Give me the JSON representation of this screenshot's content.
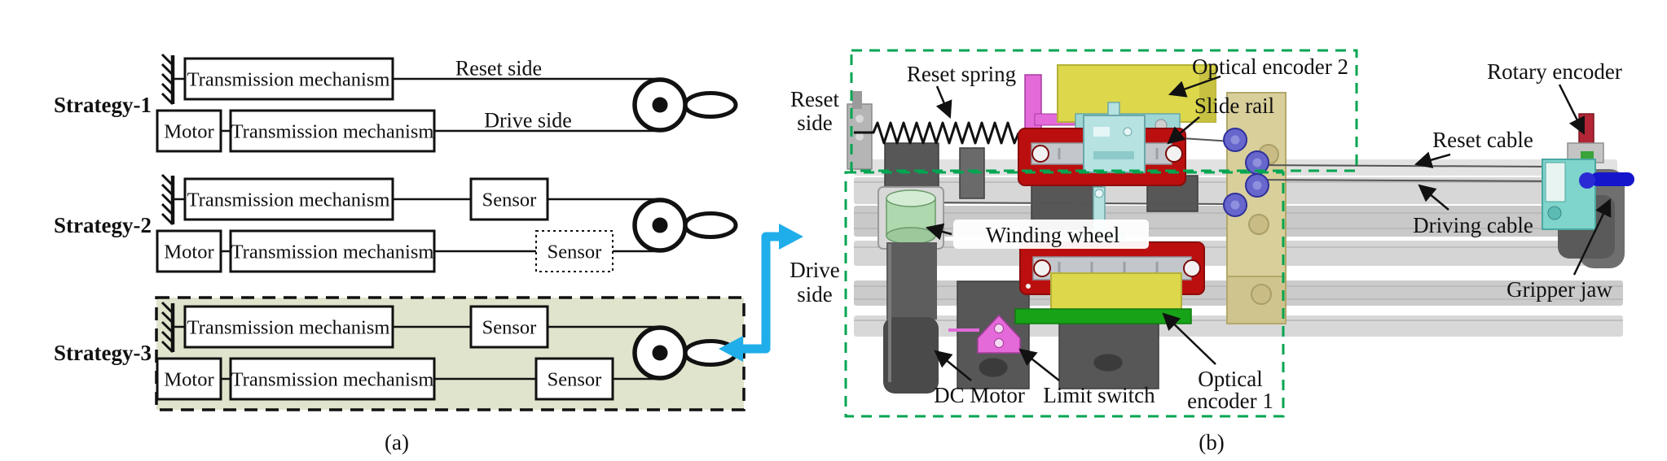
{
  "panel_a": {
    "caption": "(a)",
    "strategy_labels": [
      "Strategy-1",
      "Strategy-2",
      "Strategy-3"
    ],
    "box_labels": {
      "transmission": "Transmission mechanism",
      "motor": "Motor",
      "sensor": "Sensor"
    },
    "line_labels": {
      "reset": "Reset side",
      "drive": "Drive side"
    }
  },
  "panel_b": {
    "caption": "(b)",
    "side_labels": {
      "reset": [
        "Reset",
        "side"
      ],
      "drive": [
        "Drive",
        "side"
      ]
    },
    "part_labels": {
      "reset_spring": "Reset spring",
      "optical_encoder_2": "Optical encoder 2",
      "slide_rail": "Slide rail",
      "rotary_encoder": "Rotary encoder",
      "reset_cable": "Reset cable",
      "driving_cable": "Driving cable",
      "winding_wheel": "Winding wheel",
      "gripper_jaw": "Gripper jaw",
      "dc_motor": "DC Motor",
      "limit_switch": "Limit switch",
      "optical_encoder_1": [
        "Optical",
        "encoder 1"
      ]
    }
  },
  "colors": {
    "green_dash": "#00A551",
    "strategy3_fill": "#E0E4CC",
    "cyan_arrow": "#1FAEE9",
    "encoder_yellow": "#DCD74B",
    "rail_red": "#BB0F0F",
    "pulley_blue": "#6666CC",
    "winding_wheel_green": "#AED8AE",
    "magenta_part": "#E36AD8",
    "pulley_block_tan": "#D8CF9B",
    "gripper_jaw_blue": "#1515CC",
    "encoder_bar_green": "#17A317"
  }
}
